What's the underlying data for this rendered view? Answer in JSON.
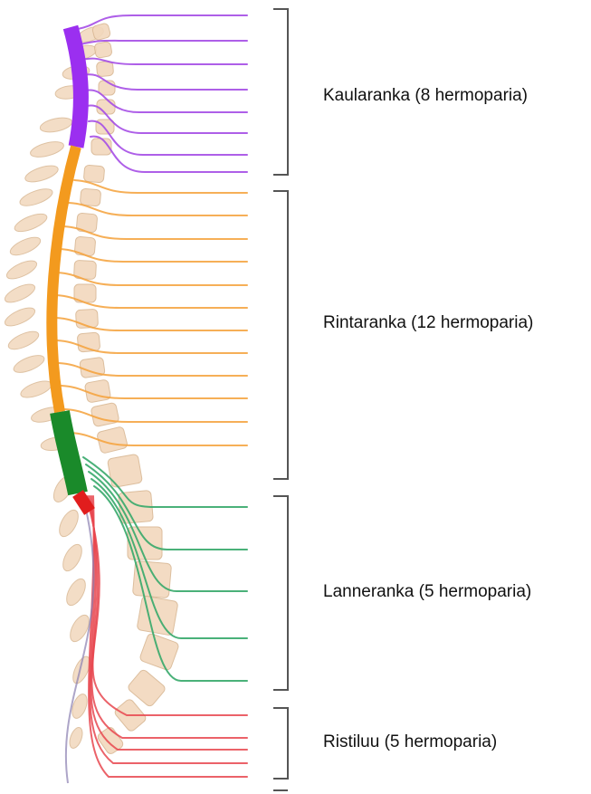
{
  "regions": [
    {
      "key": "cervical",
      "label": "Kaularanka (8 hermoparia)",
      "color": "#a54ee6",
      "nerve_count": 8
    },
    {
      "key": "thoracic",
      "label": "Rintaranka (12 hermoparia)",
      "color": "#f4a13a",
      "nerve_count": 12
    },
    {
      "key": "lumbar",
      "label": "Lanneranka (5 hermoparia)",
      "color": "#36a96a",
      "nerve_count": 5
    },
    {
      "key": "sacral",
      "label": "Ristiluu (5 hermoparia)",
      "color": "#e8474f",
      "nerve_count": 5
    }
  ],
  "colors": {
    "bone_fill": "#f2d8bd",
    "bone_stroke": "#d9b894",
    "cord_cervical": "#9b2ff0",
    "cord_thoracic": "#f39a1e",
    "cord_lumbar": "#1a8a2a",
    "cord_sacral": "#e11d1d",
    "bracket": "#555555"
  }
}
